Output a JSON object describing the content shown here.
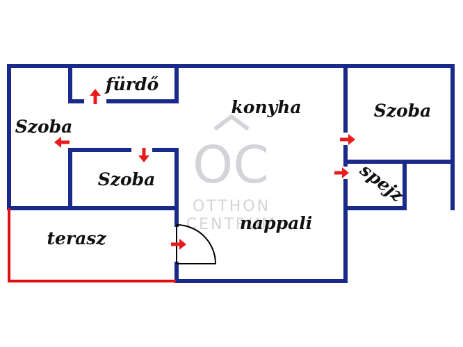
{
  "rooms": {
    "furdo": "fürdő",
    "konyha": "konyha",
    "szoba_left": "Szoba",
    "szoba_mid": "Szoba",
    "szoba_right": "Szoba",
    "spejz": "spejz",
    "terasz": "terasz",
    "nappali": "nappali"
  },
  "watermark": {
    "logo": "OC",
    "line1": "OTTHON",
    "line2": "CENTRUM"
  },
  "colors": {
    "wall": "#1a2a8a",
    "terrace": "#e01010",
    "arrow": "#e81c1c",
    "door": "#000000",
    "watermark": "#d2d4d7"
  }
}
